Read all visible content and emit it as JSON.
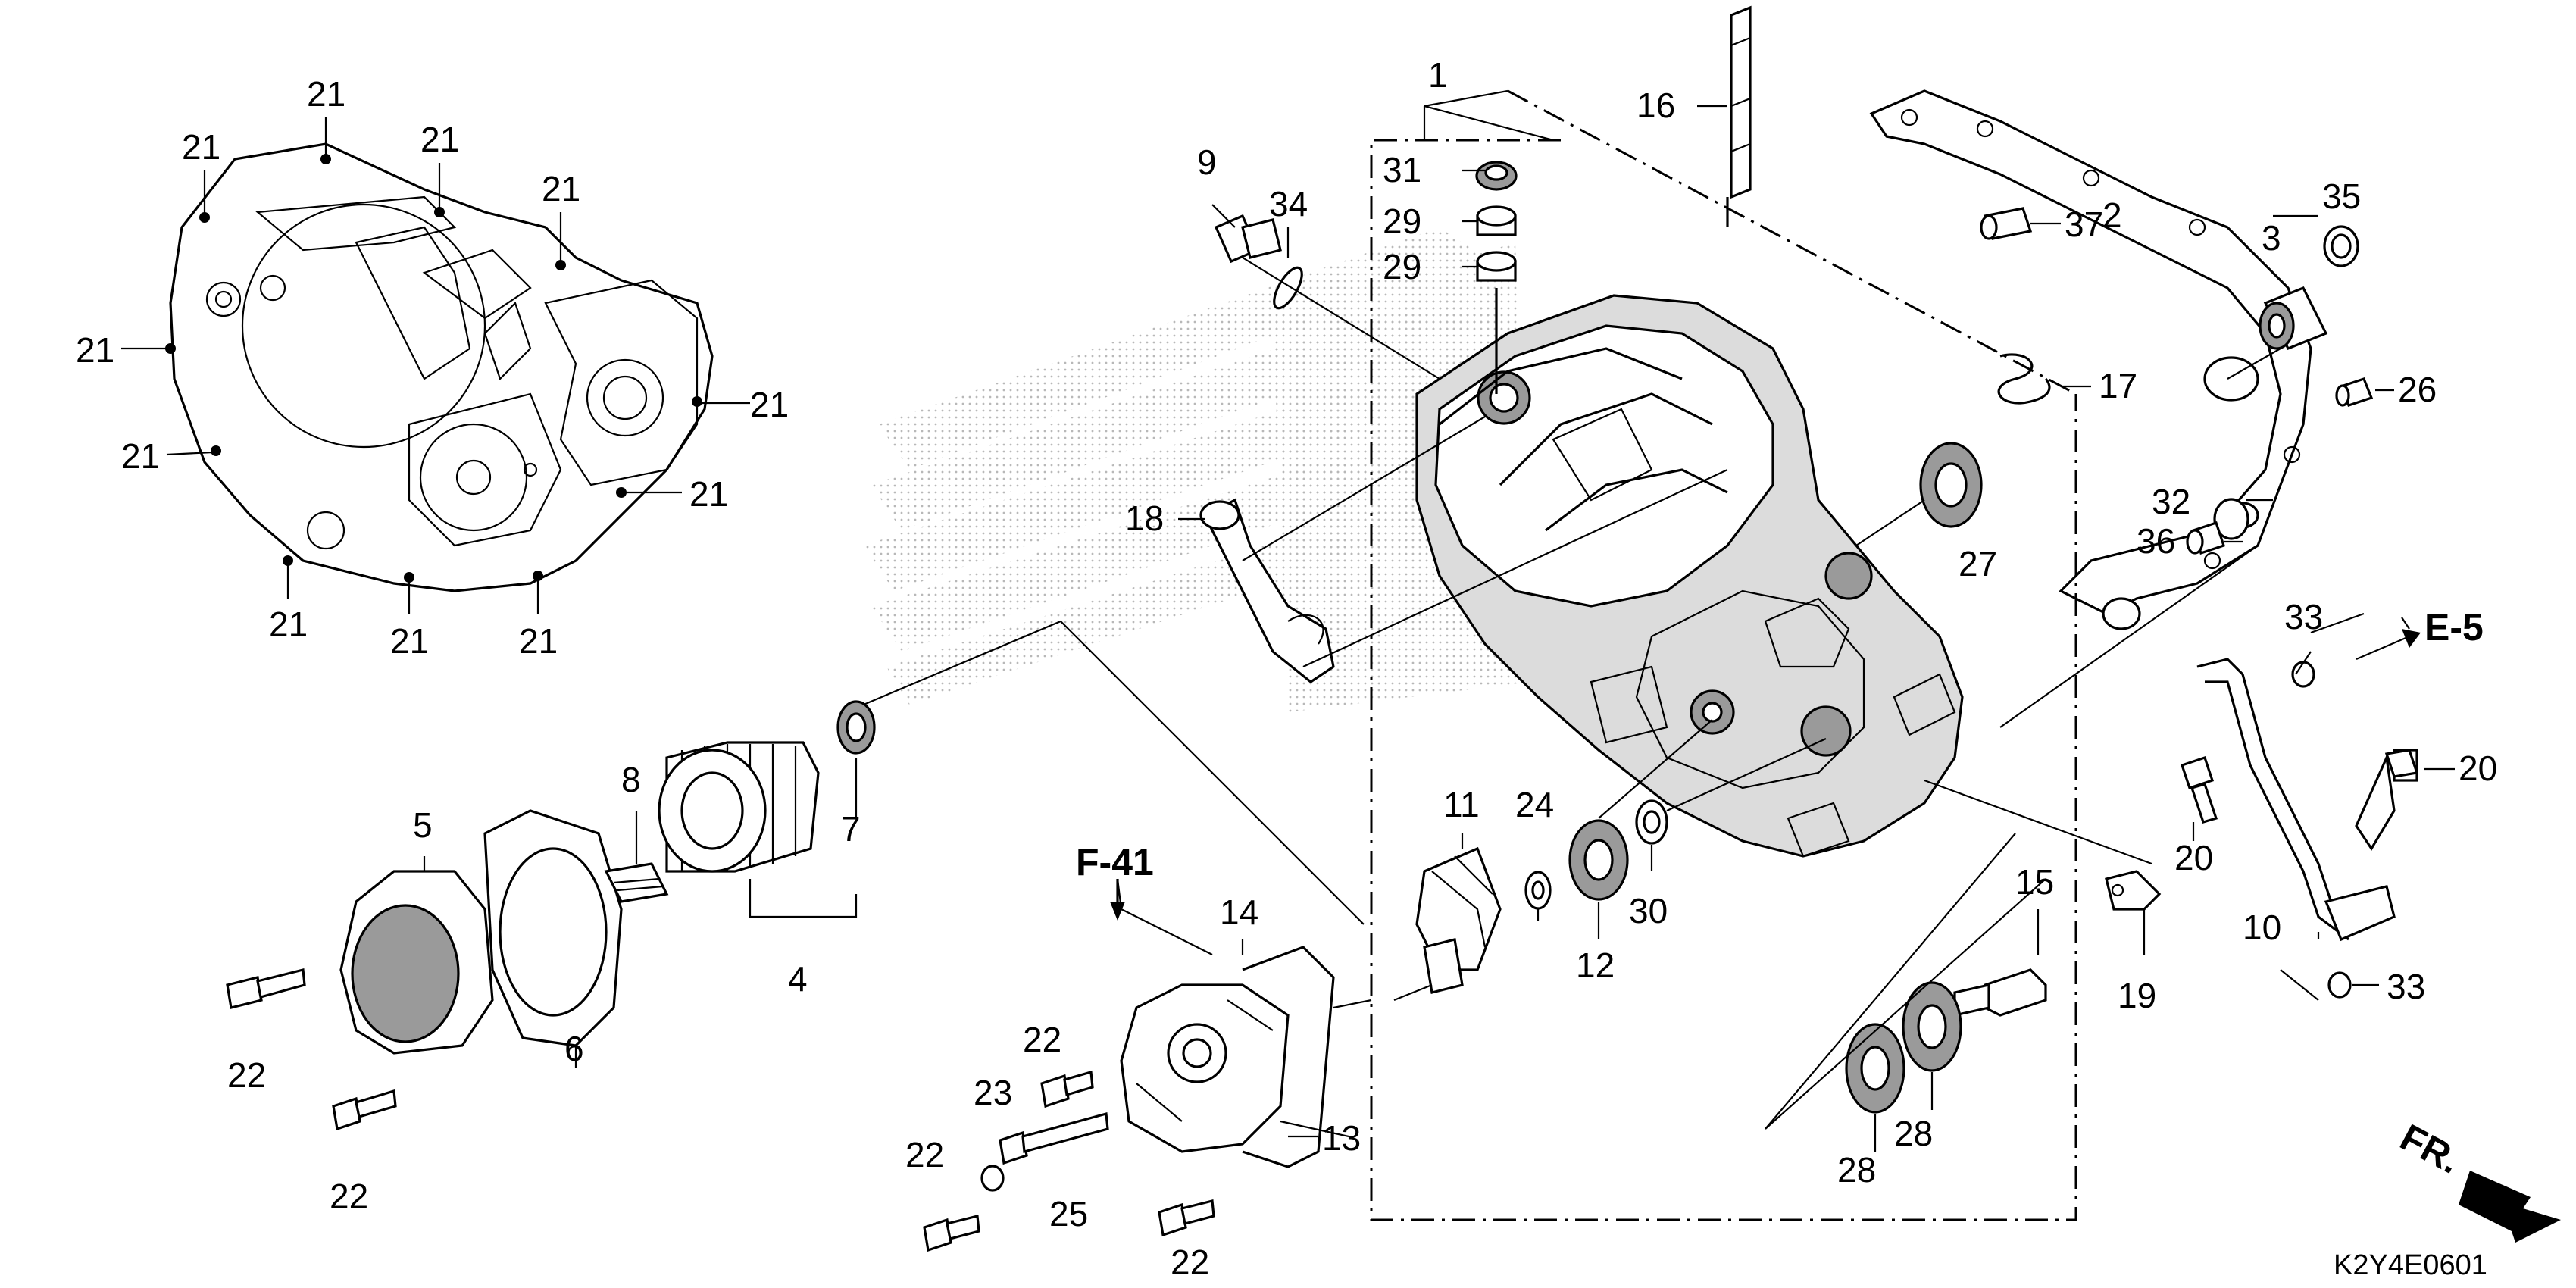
{
  "diagram": {
    "code": "K2Y4E0601",
    "refs": {
      "f41": "F-41",
      "e5": "E-5",
      "fr": "FR."
    },
    "labels": {
      "n1": "1",
      "n2": "2",
      "n3": "3",
      "n4": "4",
      "n5": "5",
      "n6": "6",
      "n7": "7",
      "n8": "8",
      "n9": "9",
      "n10": "10",
      "n11": "11",
      "n12": "12",
      "n13": "13",
      "n14": "14",
      "n15": "15",
      "n16": "16",
      "n17": "17",
      "n18": "18",
      "n19": "19",
      "n20": "20",
      "n21": "21",
      "n22": "22",
      "n23": "23",
      "n24": "24",
      "n25": "25",
      "n26": "26",
      "n27": "27",
      "n28": "28",
      "n29": "29",
      "n30": "30",
      "n31": "31",
      "n32": "32",
      "n33": "33",
      "n34": "34",
      "n35": "35",
      "n36": "36",
      "n37": "37"
    }
  }
}
